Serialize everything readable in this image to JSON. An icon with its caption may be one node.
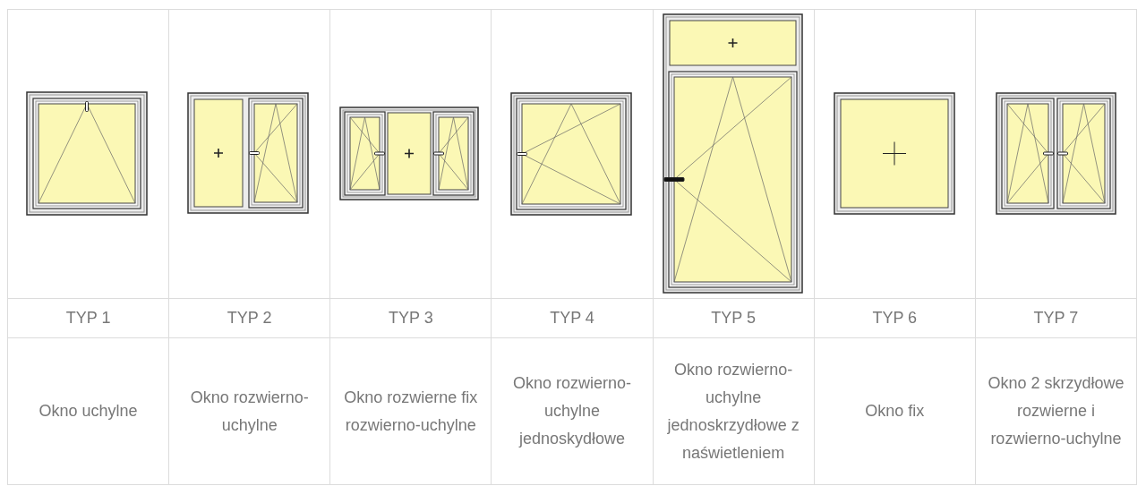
{
  "diagram": {
    "labels": [
      "TYP 1",
      "TYP 2",
      "TYP 3",
      "TYP 4",
      "TYP 5",
      "TYP 6",
      "TYP 7",
      "Okno uchylne",
      "Okno rozwierno-uchylne",
      "Okno rozwierne fix rozwierno-uchylne",
      "Okno rozwierno-uchylne jednoskydłowe",
      "Okno rozwierno-uchylne jednoskrzydłowe z naświetleniem",
      "Okno fix",
      "Okno 2 skrzydłowe rozwierne i rozwierno-uchylne"
    ]
  }
}
